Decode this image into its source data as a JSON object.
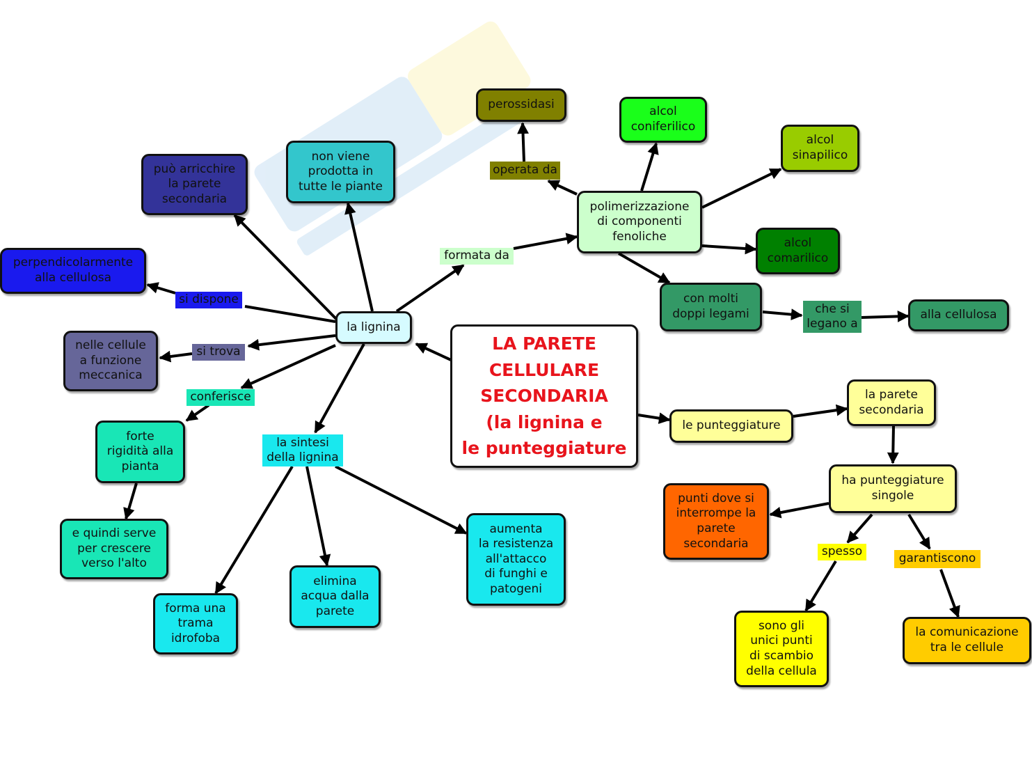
{
  "diagram": {
    "nodes": [
      {
        "id": "parete",
        "text": "LA PARETE\nCELLULARE\nSECONDARIA\n(la lignina e\nle punteggiature",
        "fill": "#ffffff"
      },
      {
        "id": "lignina",
        "text": "la lignina",
        "fill": "#d6fbff"
      },
      {
        "id": "arricchire",
        "text": "può arricchire\nla parete\nsecondaria",
        "fill": "#333399"
      },
      {
        "id": "non_viene",
        "text": "non viene\nprodotta in\ntutte le piante",
        "fill": "#33c6cc"
      },
      {
        "id": "perpendicolare",
        "text": "perpendicolarmente\nalla cellulosa",
        "fill": "#1a1aee"
      },
      {
        "id": "cellule_mecc",
        "text": "nelle cellule\na funzione\nmeccanica",
        "fill": "#666699"
      },
      {
        "id": "rigidita",
        "text": "forte\nrigidità alla\npianta",
        "fill": "#19e6b6"
      },
      {
        "id": "crescere",
        "text": "e quindi serve\nper crescere\nverso l'alto",
        "fill": "#19e6b6"
      },
      {
        "id": "trama",
        "text": "forma una\ntrama\nidrofoba",
        "fill": "#19e8ee"
      },
      {
        "id": "elimina",
        "text": "elimina\nacqua dalla\nparete",
        "fill": "#19e8ee"
      },
      {
        "id": "resistenza",
        "text": "aumenta\nla resistenza\nall'attacco\ndi funghi e\npatogeni",
        "fill": "#19e8ee"
      },
      {
        "id": "polimerizzazione",
        "text": "polimerizzazione\ndi componenti\nfenoliche",
        "fill": "#ccffcc"
      },
      {
        "id": "perossidasi",
        "text": "perossidasi",
        "fill": "#808000"
      },
      {
        "id": "coniferilico",
        "text": "alcol\nconiferilico",
        "fill": "#1aff1a"
      },
      {
        "id": "sinapilico",
        "text": "alcol\nsinapilico",
        "fill": "#99cc00"
      },
      {
        "id": "comarilico",
        "text": "alcol\ncomarilico",
        "fill": "#008000"
      },
      {
        "id": "doppi_legami",
        "text": "con molti\ndoppi legami",
        "fill": "#339966"
      },
      {
        "id": "alla_cellulosa",
        "text": "alla cellulosa",
        "fill": "#339966"
      },
      {
        "id": "punteggiature",
        "text": "le punteggiature",
        "fill": "#ffff99"
      },
      {
        "id": "parete_sec",
        "text": "la parete\nsecondaria",
        "fill": "#ffff99"
      },
      {
        "id": "singole",
        "text": "ha punteggiature\nsingole",
        "fill": "#ffff99"
      },
      {
        "id": "punti_dove",
        "text": "punti dove si\ninterrompe la\nparete\nsecondaria",
        "fill": "#ff6600"
      },
      {
        "id": "unici_punti",
        "text": "sono gli\nunici punti\ndi scambio\ndella cellula",
        "fill": "#ffff00"
      },
      {
        "id": "comunicazione",
        "text": "la comunicazione\ntra le cellule",
        "fill": "#ffcc00"
      }
    ],
    "labels": [
      {
        "id": "formata_da",
        "text": "formata da",
        "fill": "#ccffcc"
      },
      {
        "id": "operata_da",
        "text": "operata da",
        "fill": "#808000"
      },
      {
        "id": "si_dispone",
        "text": "si dispone",
        "fill": "#1a1aee"
      },
      {
        "id": "si_trova",
        "text": "si trova",
        "fill": "#666699"
      },
      {
        "id": "conferisce",
        "text": "conferisce",
        "fill": "#19e6b6"
      },
      {
        "id": "la_sintesi",
        "text": "la sintesi\ndella lignina",
        "fill": "#19e8ee"
      },
      {
        "id": "che_si_legano",
        "text": "che si\nlegano a",
        "fill": "#339966"
      },
      {
        "id": "spesso",
        "text": "spesso",
        "fill": "#ffff00"
      },
      {
        "id": "garantiscono",
        "text": "garantiscono",
        "fill": "#ffcc00"
      }
    ]
  }
}
